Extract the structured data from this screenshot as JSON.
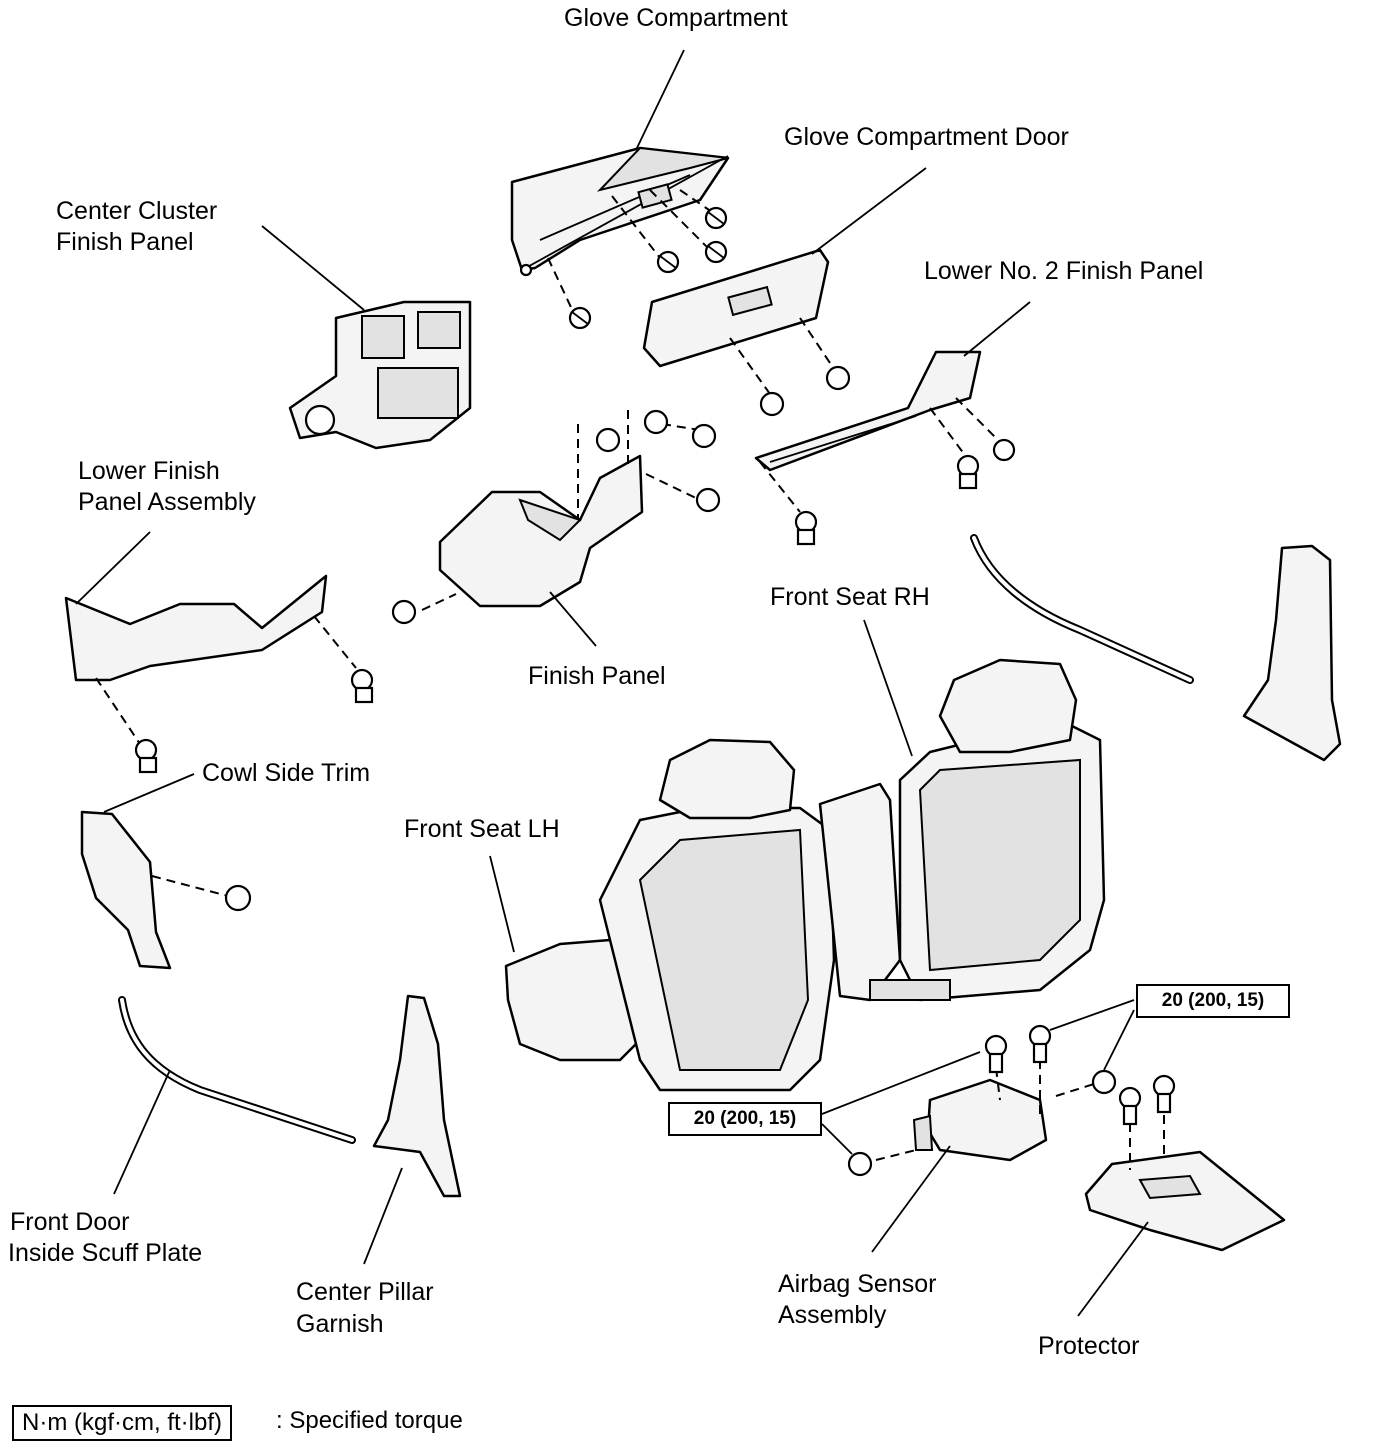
{
  "labels": {
    "glove_compartment": "Glove Compartment",
    "glove_compartment_door": "Glove Compartment Door",
    "center_cluster_finish_panel_l1": "Center Cluster",
    "center_cluster_finish_panel_l2": "Finish Panel",
    "lower_no2_finish_panel": "Lower No. 2 Finish Panel",
    "lower_finish_panel_assembly_l1": "Lower Finish",
    "lower_finish_panel_assembly_l2": "Panel Assembly",
    "finish_panel": "Finish Panel",
    "front_seat_rh": "Front Seat RH",
    "cowl_side_trim": "Cowl Side Trim",
    "front_seat_lh": "Front Seat LH",
    "front_door_inside_scuff_plate_l1": "Front Door",
    "front_door_inside_scuff_plate_l2": "Inside Scuff Plate",
    "center_pillar_garnish_l1": "Center Pillar",
    "center_pillar_garnish_l2": "Garnish",
    "airbag_sensor_assembly_l1": "Airbag Sensor",
    "airbag_sensor_assembly_l2": "Assembly",
    "protector": "Protector"
  },
  "torque_specs": {
    "upper_right": "20 (200, 15)",
    "lower_left": "20 (200, 15)"
  },
  "legend": {
    "unit_box": "N·m (kgf·cm, ft·lbf)",
    "description": ": Specified torque"
  }
}
